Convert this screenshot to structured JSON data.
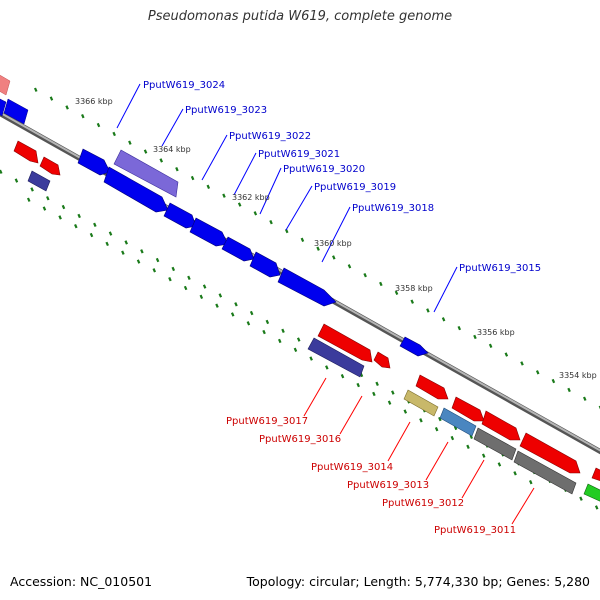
{
  "title": "Pseudomonas putida W619, complete genome",
  "footer": {
    "accession": "Accession: NC_010501",
    "summary": "Topology: circular; Length: 5,774,330 bp; Genes: 5,280"
  },
  "colors": {
    "forward": "#0000ff",
    "reverse": "#ff0000",
    "backbone": "#8a8a8a",
    "tick": "#1a7a1a",
    "forward_label": "#0000cc",
    "reverse_label": "#cc0000",
    "scale_label": "#333333"
  },
  "scale_labels": [
    "3366 kbp",
    "3364 kbp",
    "3362 kbp",
    "3360 kbp",
    "3358 kbp",
    "3356 kbp",
    "3354 kbp"
  ],
  "forward_genes": [
    "PputW619_3024",
    "PputW619_3023",
    "PputW619_3022",
    "PputW619_3021",
    "PputW619_3020",
    "PputW619_3019",
    "PputW619_3018",
    "PputW619_3015"
  ],
  "reverse_genes": [
    "PputW619_3017",
    "PputW619_3016",
    "PputW619_3014",
    "PputW619_3013",
    "PputW619_3012",
    "PputW619_3011"
  ]
}
